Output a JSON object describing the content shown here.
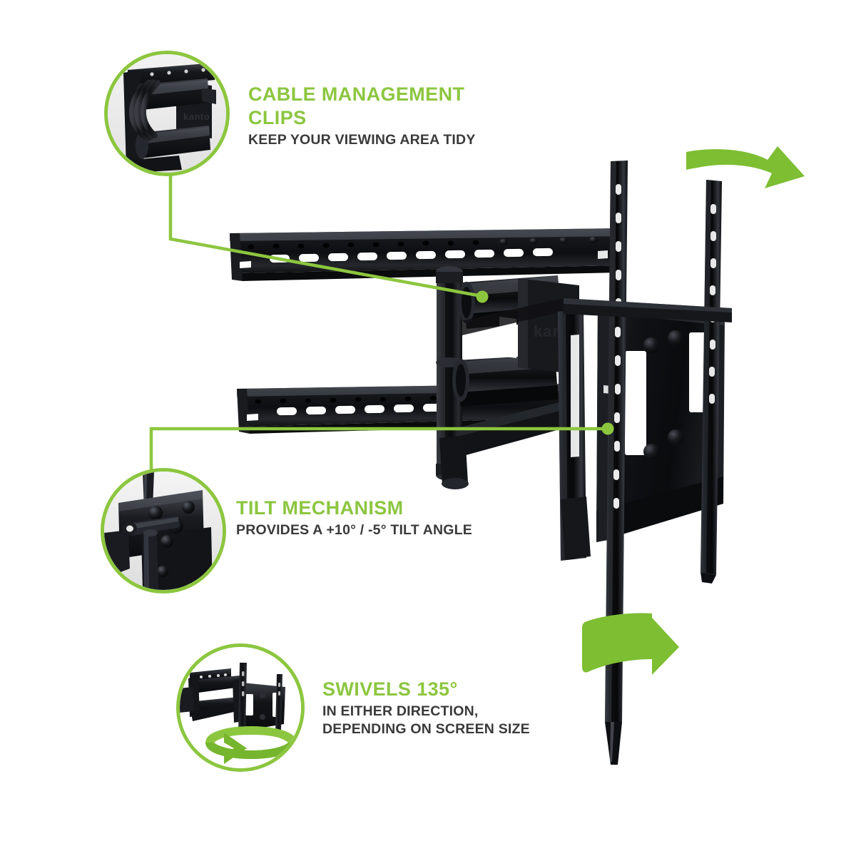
{
  "page": {
    "title": "Kanto Full Motion TV Wall Mount - Feature Callouts",
    "background_color": "#ffffff",
    "accent_green": "#8CC63F",
    "arrow_green": "#7DBE33",
    "body_text_color": "#3a3a3a",
    "product_black": "#15161a",
    "brand_emboss": "kanto"
  },
  "callouts": [
    {
      "id": "cable-management",
      "title": "CABLE MANAGEMENT\nCLIPS",
      "subtitle": "KEEP YOUR VIEWING AREA TIDY",
      "circle_image_alt": "close-up photo of black cable management clips holding cables on the mount arm",
      "leader_endpoint_label": "cable-clip-on-arm"
    },
    {
      "id": "tilt-mechanism",
      "title": "TILT MECHANISM",
      "subtitle": "PROVIDES A +10° / -5° TILT ANGLE",
      "circle_image_alt": "close-up photo of the black tilt mechanism knuckle with bolts",
      "leader_endpoint_label": "tilt-knuckle-on-wall-plate"
    },
    {
      "id": "swivel",
      "title": "SWIVELS 135°",
      "subtitle": "IN EITHER DIRECTION,\nDEPENDING ON SCREEN SIZE",
      "circle_image_alt": "illustration of the full motion mount with a green circular rotation arrow beneath it",
      "leader_endpoint_label": "none"
    }
  ],
  "arrows": [
    {
      "id": "top-swing-arrow",
      "label": "curved-swing-arrow-right",
      "color": "#7DBE33"
    },
    {
      "id": "bottom-swivel-arrow",
      "label": "wrap-around-swivel-arrow-right",
      "color": "#7DBE33"
    }
  ],
  "product": {
    "name": "full-motion-tv-wall-mount",
    "color": "#15161a",
    "parts": [
      "upper-tv-bracket-rail",
      "lower-tv-bracket-rail",
      "extension-arm-upper",
      "extension-arm-lower",
      "cable-management-clips",
      "swivel-post",
      "wall-plate",
      "vertical-tv-rail-left",
      "vertical-tv-rail-right"
    ]
  }
}
